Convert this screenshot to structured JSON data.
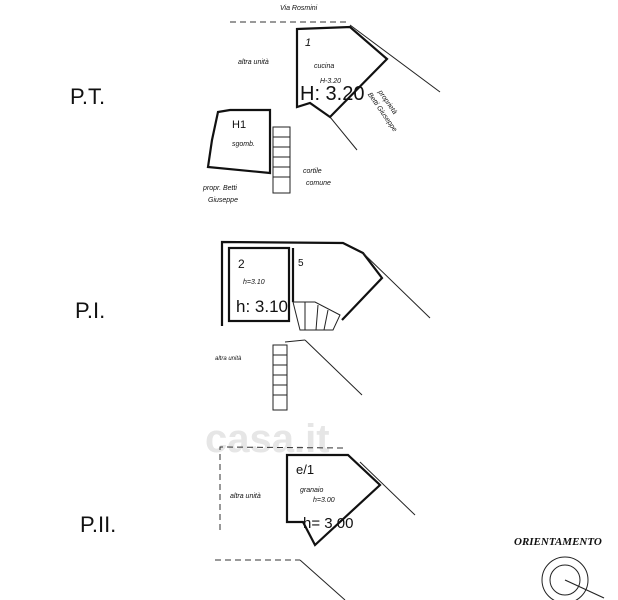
{
  "watermark": "casa.it",
  "ground_floor": {
    "label": "P.T.",
    "street": "Via Rosmini",
    "room_kitchen_number": "1",
    "room_kitchen_name": "cucina",
    "room_kitchen_height_small": "H-3.20",
    "room_kitchen_height": "H: 3.20",
    "neighbor_unit": "altra unità",
    "neighbor_property_1": "proprietà",
    "neighbor_property_2": "Betti Giuseppe",
    "room_storage_number": "H1",
    "room_storage_name": "sgomb.",
    "courtyard_1": "cortile",
    "courtyard_2": "comune",
    "owner_1": "propr. Betti",
    "owner_2": "Giuseppe"
  },
  "first_floor": {
    "label": "P.I.",
    "room_a_number": "2",
    "room_a_height_small": "h=3.10",
    "room_a_height": "h: 3.10",
    "room_b_number": "5",
    "neighbor_unit": "altra unità"
  },
  "second_floor": {
    "label": "P.II.",
    "room_number": "e/1",
    "room_name": "granaio",
    "room_height_small": "h=3.00",
    "room_height": "h= 3.00",
    "neighbor_unit": "altra unità"
  },
  "orientation": {
    "label": "ORIENTAMENTO"
  }
}
